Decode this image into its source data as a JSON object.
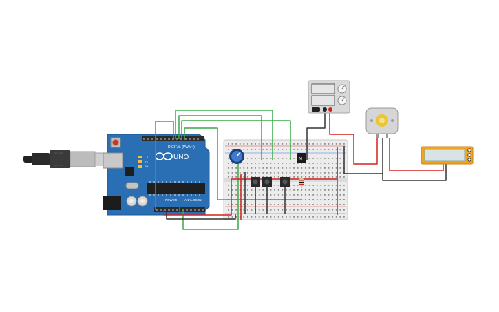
{
  "arduino": {
    "logo_text": "UNO",
    "digital_header": "DIGITAL (PWM~)",
    "power_label": "POWER",
    "analog_label": "ANALOG IN",
    "led_l": "L",
    "led_tx": "TX",
    "led_rx": "RX"
  },
  "components": [
    "arduino-uno",
    "breadboard",
    "potentiometer",
    "push-button",
    "push-button",
    "push-button",
    "resistor",
    "npn-transistor",
    "dc-power-supply",
    "dc-motor",
    "multimeter",
    "usb-cable"
  ],
  "colors": {
    "board": "#2a6fb4",
    "breadboard": "#ececec",
    "wire_green": "#39a845",
    "wire_red": "#d42020",
    "wire_black": "#333333",
    "lcd": "#f2a41a"
  }
}
